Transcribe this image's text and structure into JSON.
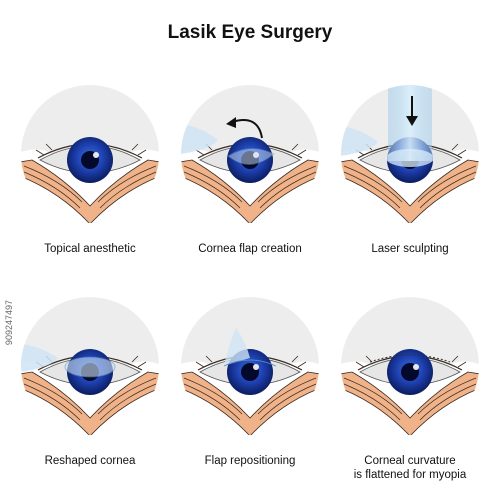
{
  "title": "Lasik Eye Surgery",
  "steps": [
    {
      "caption": "Topical anesthetic"
    },
    {
      "caption": "Cornea flap creation"
    },
    {
      "caption": "Laser sculpting"
    },
    {
      "caption": "Reshaped cornea"
    },
    {
      "caption": "Flap repositioning"
    },
    {
      "caption_lines": [
        "Corneal curvature",
        "is flattened for myopia"
      ]
    }
  ],
  "watermark": "909247497",
  "colors": {
    "circle_bg": "#ededed",
    "skin": "#f0b389",
    "skin_line": "#3a2a22",
    "iris": "#1d3fae",
    "iris_dark": "#0b1c5e",
    "pupil": "#04092c",
    "cornea_flap": "#cfe3f4",
    "laser_beam": "#b8daf0"
  },
  "icons": [
    "eye-icon",
    "curved-arrow-icon",
    "down-arrow-icon"
  ]
}
